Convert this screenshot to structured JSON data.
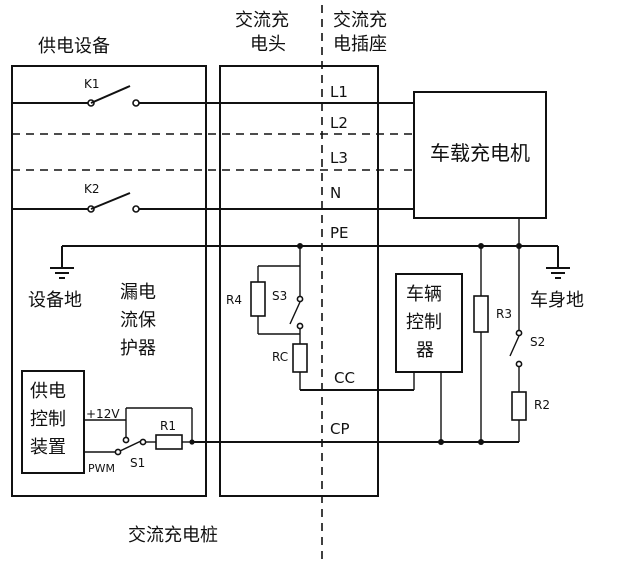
{
  "headers": {
    "power_supply_equipment": "供电设备",
    "ac_plug_line1": "交流充",
    "ac_plug_line2": "电头",
    "ac_socket_line1": "交流充",
    "ac_socket_line2": "电插座",
    "charging_pile": "交流充电桩"
  },
  "lines": {
    "L1": "L1",
    "L2": "L2",
    "L3": "L3",
    "N": "N",
    "PE": "PE",
    "CC": "CC",
    "CP": "CP"
  },
  "components": {
    "K1": "K1",
    "K2": "K2",
    "R4": "R4",
    "S3": "S3",
    "RC": "RC",
    "R1": "R1",
    "S1": "S1",
    "R3": "R3",
    "S2": "S2",
    "R2": "R2",
    "plus12v": "+12V",
    "pwm": "PWM"
  },
  "blocks": {
    "onboard_charger": "车载充电机",
    "vehicle_controller": [
      "车辆",
      "控制",
      "器"
    ],
    "leakage_protector": [
      "漏电",
      "流保",
      "护器"
    ],
    "supply_control": [
      "供电",
      "控制",
      "装置"
    ]
  },
  "grounds": {
    "equipment_ground": "设备地",
    "body_ground": "车身地"
  }
}
